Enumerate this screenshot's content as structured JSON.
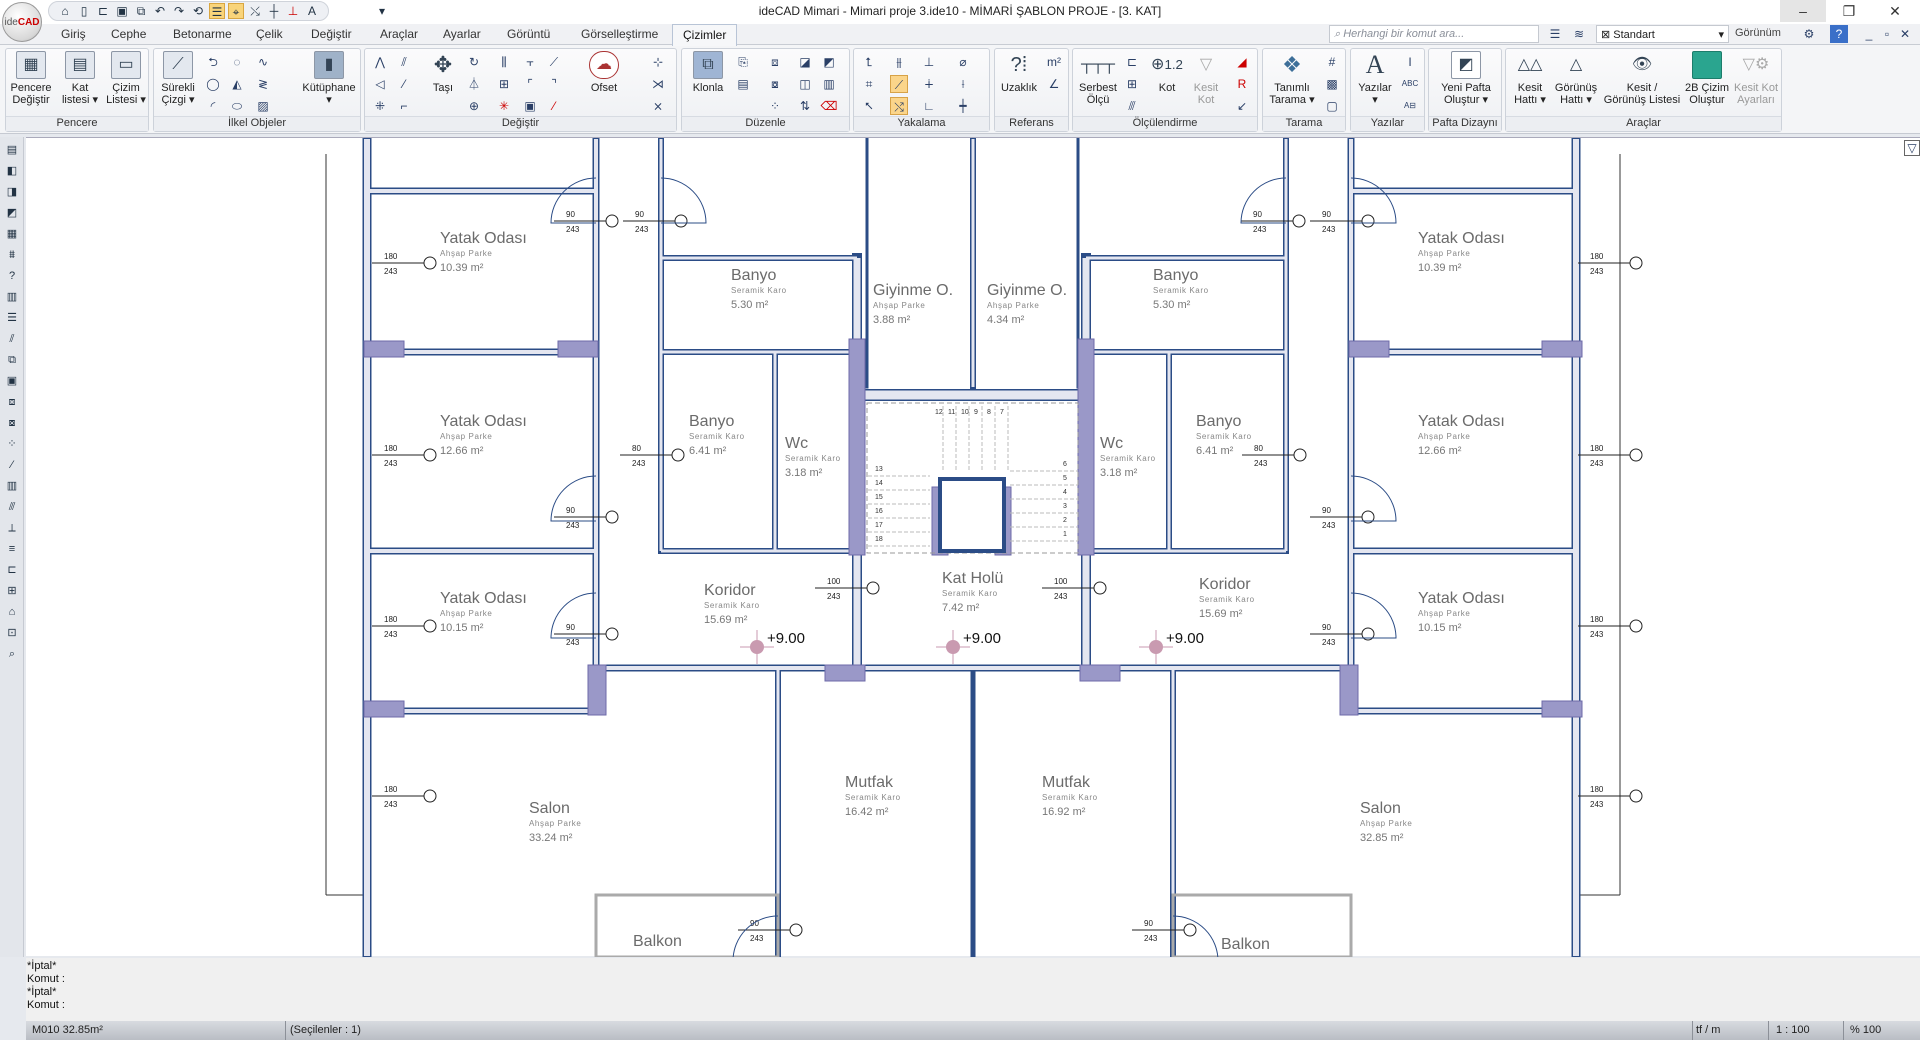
{
  "app": {
    "title": "ideCAD Mimari - Mimari proje 3.ide10 - MİMARİ ŞABLON PROJE - [3. KAT]",
    "logo": "ideCAD"
  },
  "quick_access": [
    "home-icon",
    "new-icon",
    "open-icon",
    "save-icon",
    "save-all-icon",
    "undo-icon",
    "redo-icon",
    "refresh-icon",
    "layers-icon",
    "snap-icon",
    "trim-icon",
    "extend-icon",
    "dimension-icon",
    "text-icon"
  ],
  "tabs": [
    "Giriş",
    "Cephe",
    "Betonarme",
    "Çelik",
    "Değiştir",
    "Araçlar",
    "Ayarlar",
    "Görüntü",
    "Görselleştirme",
    "Çizimler"
  ],
  "active_tab": "Çizimler",
  "search": {
    "placeholder": "Herhangi bir komut ara..."
  },
  "view_style": "Standart",
  "view_menu": "Görünüm",
  "ribbon": {
    "groups": [
      "Pencere",
      "İlkel Objeler",
      "Değiştir",
      "Düzenle",
      "Yakalama",
      "Referans",
      "Ölçülendirme",
      "Tarama",
      "Yazılar",
      "Pafta Dizaynı",
      "Araçlar"
    ],
    "buttons": {
      "pencere_degistir": [
        "Pencere",
        "Değiştir"
      ],
      "kat_listesi": [
        "Kat",
        "listesi ▾"
      ],
      "cizim_listesi": [
        "Çizim",
        "Listesi ▾"
      ],
      "surekli_cizgi": [
        "Sürekli",
        "Çizgi ▾"
      ],
      "kutuphane": [
        "Kütüphane",
        "▾"
      ],
      "tasi": "Taşı",
      "ofset": "Ofset",
      "klonla": "Klonla",
      "uzaklik": "Uzaklık",
      "serbest_olcu": [
        "Serbest",
        "Ölçü"
      ],
      "kot": "Kot",
      "kesit_kot": [
        "Kesit",
        "Kot"
      ],
      "tanimli_tarama": [
        "Tanımlı",
        "Tarama ▾"
      ],
      "yazilar": [
        "Yazılar",
        "▾"
      ],
      "yeni_pafta": [
        "Yeni Pafta",
        "Oluştur ▾"
      ],
      "kesit_hatti": [
        "Kesit",
        "Hattı ▾"
      ],
      "gorunus_hatti": [
        "Görünüş",
        "Hattı ▾"
      ],
      "kesit_gorunus_listesi": [
        "Kesit /",
        "Görünüş Listesi"
      ],
      "cizim_olustur_2b": [
        "2B Çizim",
        "Oluştur"
      ],
      "kesit_kot_ayarlari": [
        "Kesit Kot",
        "Ayarları"
      ]
    }
  },
  "plan": {
    "rooms": [
      {
        "name": "Yatak Odası",
        "floor": "Ahşap Parke",
        "area": "10.39 m²"
      },
      {
        "name": "Yatak Odası",
        "floor": "Ahşap Parke",
        "area": "12.66 m²"
      },
      {
        "name": "Yatak Odası",
        "floor": "Ahşap Parke",
        "area": "10.15 m²"
      },
      {
        "name": "Salon",
        "floor": "Ahşap Parke",
        "area": "33.24 m²"
      },
      {
        "name": "Banyo",
        "floor": "Seramik Karo",
        "area": "5.30 m²"
      },
      {
        "name": "Giyinme O.",
        "floor": "Ahşap Parke",
        "area": "3.88 m²"
      },
      {
        "name": "Giyinme O.",
        "floor": "Ahşap Parke",
        "area": "4.34 m²"
      },
      {
        "name": "Banyo",
        "floor": "Seramik Karo",
        "area": "6.41 m²"
      },
      {
        "name": "Wc",
        "floor": "Seramik Karo",
        "area": "3.18 m²"
      },
      {
        "name": "Koridor",
        "floor": "Seramik Karo",
        "area": "15.69 m²"
      },
      {
        "name": "Kat Holü",
        "floor": "Seramik Karo",
        "area": "7.42 m²"
      },
      {
        "name": "Mutfak",
        "floor": "Seramik Karo",
        "area": "16.42 m²"
      },
      {
        "name": "Mutfak",
        "floor": "Seramik Karo",
        "area": "16.92 m²"
      },
      {
        "name": "Balkon",
        "floor": "",
        "area": ""
      },
      {
        "name": "Banyo",
        "floor": "Seramik Karo",
        "area": "5.30 m²"
      },
      {
        "name": "Banyo",
        "floor": "Seramik Karo",
        "area": "6.41 m²"
      },
      {
        "name": "Wc",
        "floor": "Seramik Karo",
        "area": "3.18 m²"
      },
      {
        "name": "Koridor",
        "floor": "Seramik Karo",
        "area": "15.69 m²"
      },
      {
        "name": "Yatak Odası",
        "floor": "Ahşap Parke",
        "area": "10.39 m²"
      },
      {
        "name": "Yatak Odası",
        "floor": "Ahşap Parke",
        "area": "12.66 m²"
      },
      {
        "name": "Yatak Odası",
        "floor": "Ahşap Parke",
        "area": "10.15 m²"
      },
      {
        "name": "Salon",
        "floor": "Ahşap Parke",
        "area": "32.85 m²"
      },
      {
        "name": "Balkon",
        "floor": "",
        "area": ""
      }
    ],
    "elevations": [
      "+9.00",
      "+9.00",
      "+9.00"
    ],
    "openings": [
      {
        "w": "180",
        "h": "243"
      },
      {
        "w": "180",
        "h": "243"
      },
      {
        "w": "180",
        "h": "243"
      },
      {
        "w": "180",
        "h": "243"
      },
      {
        "w": "180",
        "h": "243"
      },
      {
        "w": "180",
        "h": "243"
      },
      {
        "w": "180",
        "h": "243"
      },
      {
        "w": "180",
        "h": "243"
      },
      {
        "w": "90",
        "h": "243"
      },
      {
        "w": "90",
        "h": "243"
      },
      {
        "w": "90",
        "h": "243"
      },
      {
        "w": "90",
        "h": "243"
      },
      {
        "w": "90",
        "h": "243"
      },
      {
        "w": "90",
        "h": "243"
      },
      {
        "w": "90",
        "h": "243"
      },
      {
        "w": "90",
        "h": "243"
      },
      {
        "w": "90",
        "h": "243"
      },
      {
        "w": "90",
        "h": "243"
      },
      {
        "w": "80",
        "h": "243"
      },
      {
        "w": "80",
        "h": "243"
      },
      {
        "w": "100",
        "h": "243"
      },
      {
        "w": "100",
        "h": "243"
      }
    ],
    "stair_steps": [
      "1",
      "2",
      "3",
      "4",
      "5",
      "6",
      "7",
      "8",
      "9",
      "10",
      "11",
      "12",
      "13",
      "14",
      "15",
      "16",
      "17",
      "18"
    ]
  },
  "command_log": [
    "*İptal*",
    "Komut :",
    "*İptal*",
    "Komut :"
  ],
  "status": {
    "selection_info": "M010 32.85m²",
    "selected": "(Seçilenler : 1)",
    "unit": "tf / m",
    "scale": "1 : 100",
    "zoom": "% 100"
  },
  "colors": {
    "wall": "#2b4c86",
    "column": "#9a98c8",
    "accent": "#fbd58a",
    "text": "#6a6a6a"
  }
}
